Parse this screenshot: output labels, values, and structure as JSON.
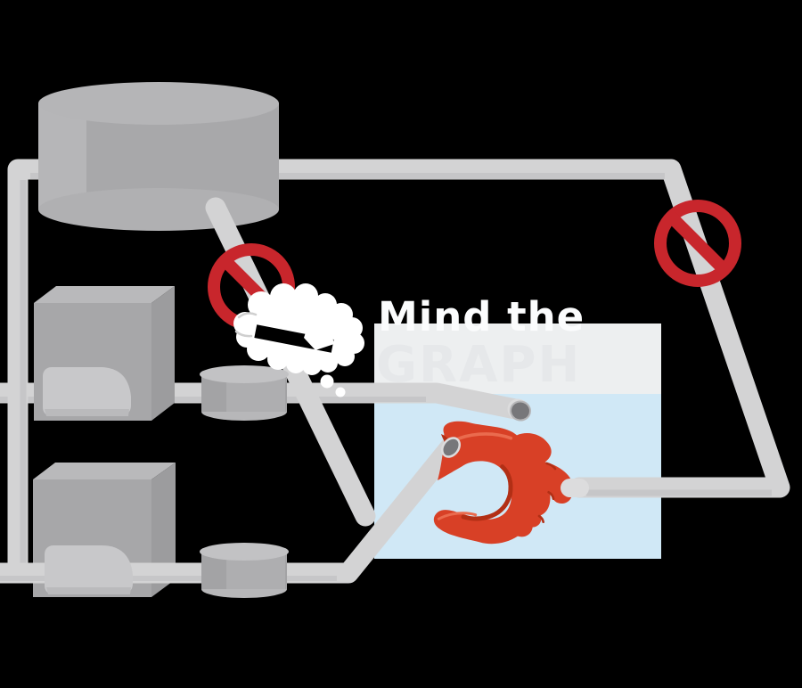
{
  "watermark": {
    "line1": "Mind the",
    "line2": "GRAPH"
  },
  "scene": {
    "description": "flat vector illustration of a pipe circuit with storage tank, machines, pumps, a leaking pipe with smoke cloud, prohibition signs, and a heart organ submerged in a water container"
  },
  "colors": {
    "background": "#000000",
    "pipe": "#d3d3d4",
    "pipe-shade": "#c6c6c8",
    "pipe-cap": "#dcdcdd",
    "pipe-mouth": "#77777a",
    "pipe-mouth-rim": "#b5b5b7",
    "tank-top": "#b5b5b7",
    "tank-body": "#a8a8aa",
    "tank-highlight": "#b6b6b8",
    "tank-bottom": "#b0b0b2",
    "box-top": "#b9b9bb",
    "box-front": "#a7a7a9",
    "box-side": "#9c9c9e",
    "module": "#c8c8ca",
    "module-shadow": "#bababc",
    "pump-top": "#c2c2c4",
    "pump-body": "#a3a3a5",
    "pump-front": "#aeaeb0",
    "pump-bottom": "#b7b7b9",
    "band": "#edeff0",
    "water": "#d0e8f6",
    "text-primary": "#fbfcfd",
    "text-ghost": "#e6e8ea",
    "sign-red": "#c8262c",
    "organ-red": "#d84026",
    "organ-dark": "#b22f15",
    "organ-light": "#ea6b4e",
    "cloud": "#ffffff",
    "cloud-detail": "#cfcfcf",
    "gap-black": "#000000"
  }
}
